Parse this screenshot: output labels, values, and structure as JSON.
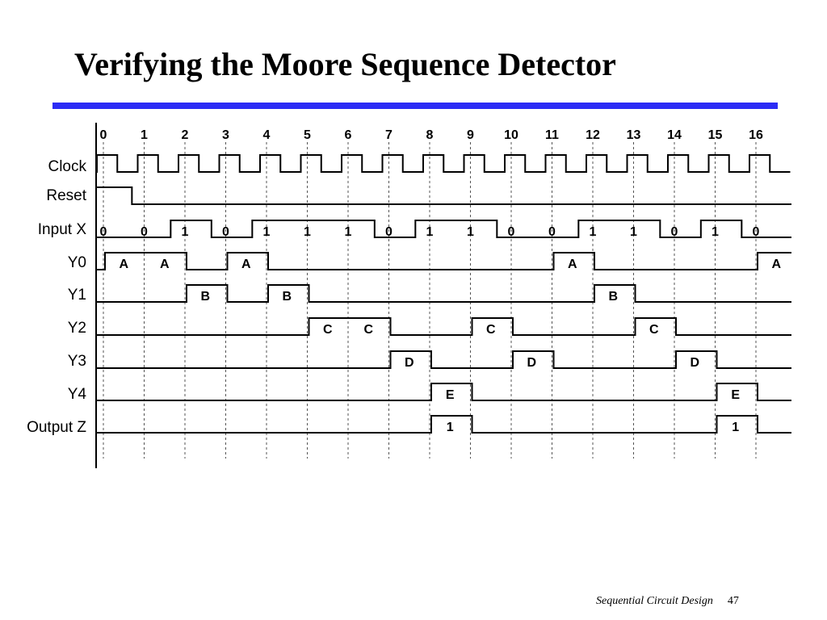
{
  "slide": {
    "title": "Verifying the Moore Sequence Detector",
    "footer_text": "Sequential Circuit Design",
    "page_number": "47",
    "accent_color": "#2b2bf5"
  },
  "timing": {
    "cycles": [
      "0",
      "1",
      "2",
      "3",
      "4",
      "5",
      "6",
      "7",
      "8",
      "9",
      "10",
      "11",
      "12",
      "13",
      "14",
      "15",
      "16"
    ],
    "reset": {
      "name": "Reset",
      "high_until_cycle": 0.7
    },
    "clock": {
      "name": "Clock"
    },
    "input_x": {
      "name": "Input X",
      "values": [
        0,
        0,
        1,
        0,
        1,
        1,
        1,
        0,
        1,
        1,
        0,
        0,
        1,
        1,
        0,
        1,
        0
      ]
    },
    "signals": [
      {
        "name": "Y0",
        "label": "A",
        "pulses": [
          [
            0,
            2
          ],
          [
            3,
            4
          ],
          [
            11,
            12
          ],
          [
            16,
            17
          ]
        ]
      },
      {
        "name": "Y1",
        "label": "B",
        "pulses": [
          [
            2,
            3
          ],
          [
            4,
            5
          ],
          [
            12,
            13
          ]
        ]
      },
      {
        "name": "Y2",
        "label": "C",
        "pulses": [
          [
            5,
            7
          ],
          [
            9,
            10
          ],
          [
            13,
            14
          ]
        ]
      },
      {
        "name": "Y3",
        "label": "D",
        "pulses": [
          [
            7,
            8
          ],
          [
            10,
            11
          ],
          [
            14,
            15
          ]
        ]
      },
      {
        "name": "Y4",
        "label": "E",
        "pulses": [
          [
            8,
            9
          ],
          [
            15,
            16
          ]
        ]
      },
      {
        "name": "Output Z",
        "label": "1",
        "pulses": [
          [
            8,
            9
          ],
          [
            15,
            16
          ]
        ]
      }
    ]
  }
}
